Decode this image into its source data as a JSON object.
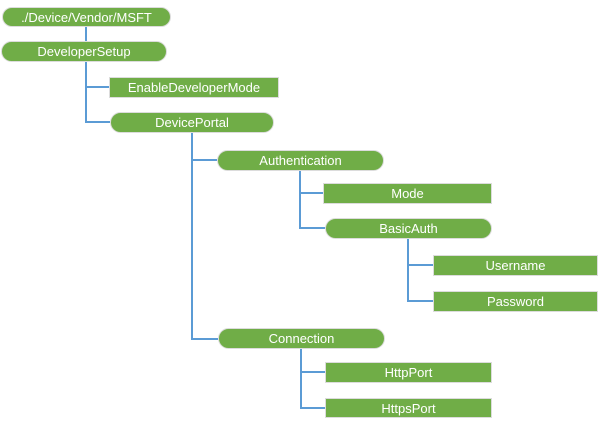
{
  "diagram": {
    "type": "tree",
    "colors": {
      "node_fill": "#70AD47",
      "node_border": "#DCDCDC",
      "connector": "#5B9BD5",
      "node_text": "#FFFFFF",
      "background": "#FFFFFF"
    },
    "nodes": [
      {
        "label": "./Device/Vendor/MSFT",
        "shape": "rounded"
      },
      {
        "label": "DeveloperSetup",
        "shape": "rounded"
      },
      {
        "label": "EnableDeveloperMode",
        "shape": "rect"
      },
      {
        "label": "DevicePortal",
        "shape": "rounded"
      },
      {
        "label": "Authentication",
        "shape": "rounded"
      },
      {
        "label": "Mode",
        "shape": "rect"
      },
      {
        "label": "BasicAuth",
        "shape": "rounded"
      },
      {
        "label": "Username",
        "shape": "rect"
      },
      {
        "label": "Password",
        "shape": "rect"
      },
      {
        "label": "Connection",
        "shape": "rounded"
      },
      {
        "label": "HttpPort",
        "shape": "rect"
      },
      {
        "label": "HttpsPort",
        "shape": "rect"
      }
    ],
    "hierarchy": {
      "label": "./Device/Vendor/MSFT",
      "children": [
        {
          "label": "DeveloperSetup",
          "children": [
            {
              "label": "EnableDeveloperMode"
            },
            {
              "label": "DevicePortal",
              "children": [
                {
                  "label": "Authentication",
                  "children": [
                    {
                      "label": "Mode"
                    },
                    {
                      "label": "BasicAuth",
                      "children": [
                        {
                          "label": "Username"
                        },
                        {
                          "label": "Password"
                        }
                      ]
                    }
                  ]
                },
                {
                  "label": "Connection",
                  "children": [
                    {
                      "label": "HttpPort"
                    },
                    {
                      "label": "HttpsPort"
                    }
                  ]
                }
              ]
            }
          ]
        }
      ]
    }
  }
}
